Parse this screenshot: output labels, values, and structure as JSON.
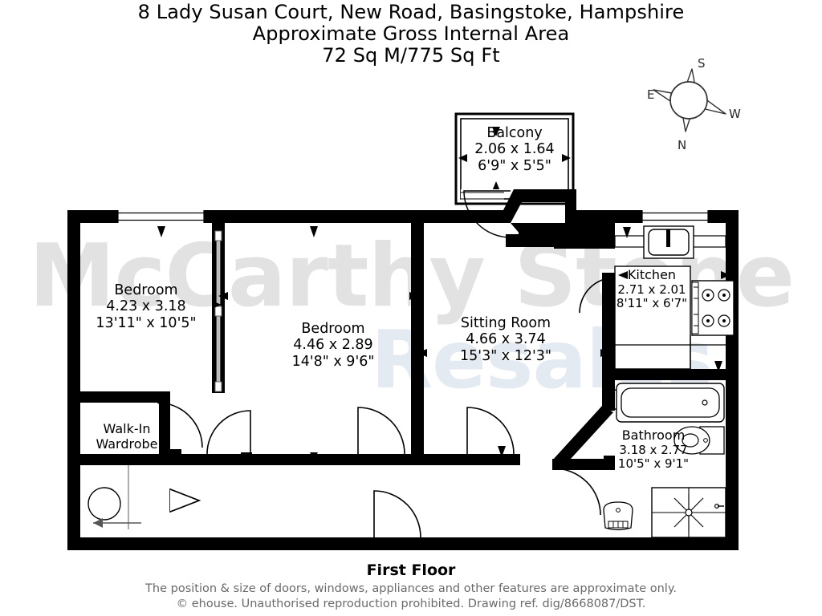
{
  "header": {
    "address": "8 Lady Susan Court, New Road, Basingstoke, Hampshire",
    "area_label": "Approximate Gross Internal Area",
    "area_value": "72 Sq M/775 Sq Ft"
  },
  "footer": {
    "floor_title": "First Floor",
    "disclaimer": "The position & size of doors, windows, appliances and other features are approximate only.",
    "copyright": "© ehouse. Unauthorised reproduction prohibited. Drawing ref. dig/8668087/DST."
  },
  "watermark": {
    "line1": "McCarthy Stone",
    "line2": "Resales",
    "color1": "#e2e2e2",
    "color2": "#e4eaf1"
  },
  "compass": {
    "north": "N",
    "south": "S",
    "east": "E",
    "west": "W"
  },
  "rooms": [
    {
      "key": "balcony",
      "name": "Balcony",
      "dim_metric": "2.06 x 1.64",
      "dim_imperial": "6'9\" x 5'5\""
    },
    {
      "key": "bedroom_left",
      "name": "Bedroom",
      "dim_metric": "4.23 x 3.18",
      "dim_imperial": "13'11\" x 10'5\""
    },
    {
      "key": "bedroom_mid",
      "name": "Bedroom",
      "dim_metric": "4.46 x 2.89",
      "dim_imperial": "14'8\" x 9'6\""
    },
    {
      "key": "sitting_room",
      "name": "Sitting Room",
      "dim_metric": "4.66 x 3.74",
      "dim_imperial": "15'3\" x 12'3\""
    },
    {
      "key": "kitchen",
      "name": "Kitchen",
      "dim_metric": "2.71 x 2.01",
      "dim_imperial": "8'11\" x 6'7\""
    },
    {
      "key": "bathroom",
      "name": "Bathroom",
      "dim_metric": "3.18 x 2.77",
      "dim_imperial": "10'5\" x 9'1\""
    },
    {
      "key": "walk_in_wardrobe",
      "name_line1": "Walk-In",
      "name_line2": "Wardrobe"
    }
  ],
  "colors": {
    "wall": "#000000",
    "thin_line": "#1a1a1a",
    "text": "#000000",
    "footer_text": "#6a6a6a",
    "background": "#ffffff"
  }
}
